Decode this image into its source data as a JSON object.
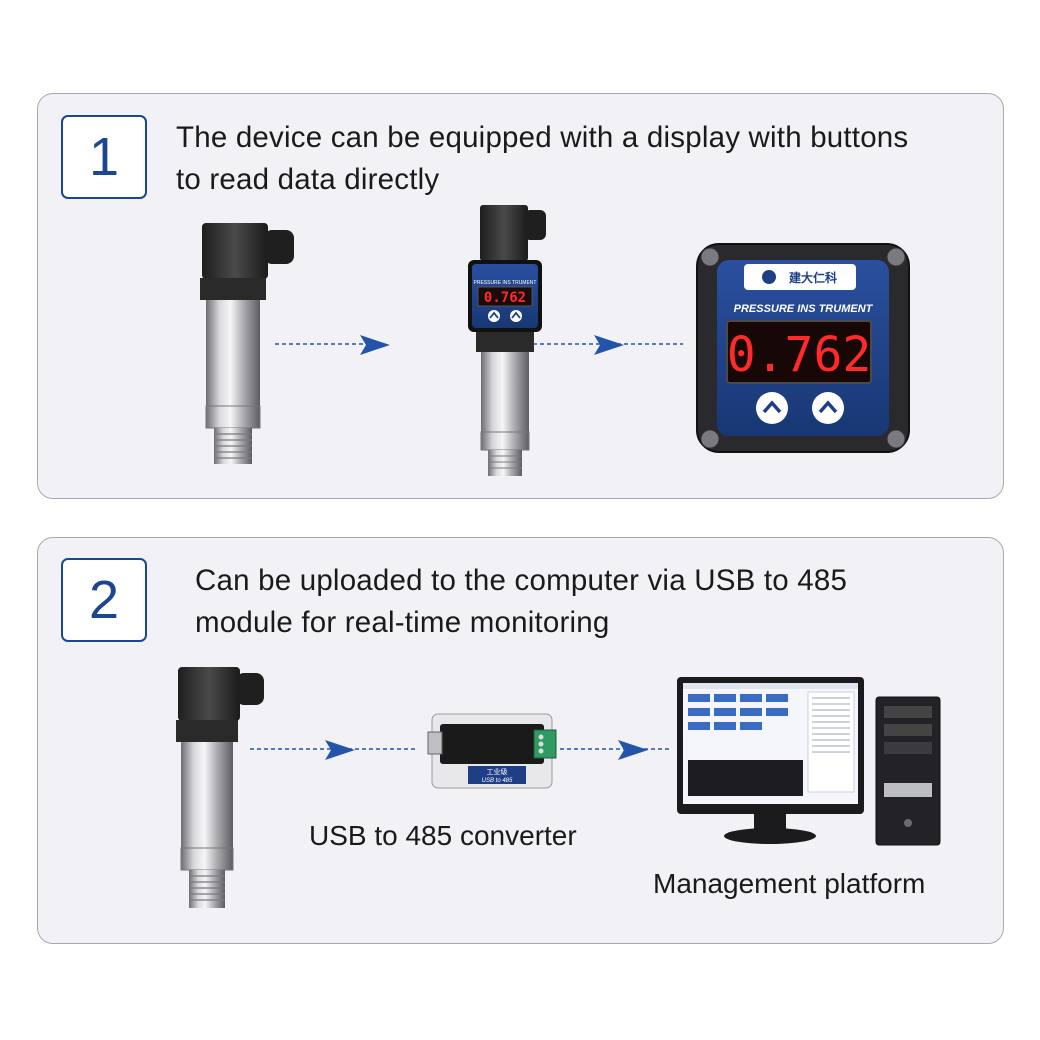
{
  "steps": [
    {
      "number": "1",
      "text_line1": "The device can be equipped with a display with buttons",
      "text_line2": "to read data directly"
    },
    {
      "number": "2",
      "text_line1": "Can be uploaded to the computer via USB to 485",
      "text_line2": "module for real-time monitoring"
    }
  ],
  "small_display": {
    "reading": "0.762",
    "header": "PRESSURE INS TRUMENT"
  },
  "large_display": {
    "brand": "建大仁科",
    "header": "PRESSURE INS TRUMENT",
    "reading": "0.762"
  },
  "converter": {
    "caption": "USB to 485 converter",
    "label_top": "工业级",
    "label_bottom": "USB to 485"
  },
  "platform": {
    "caption": "Management platform"
  },
  "colors": {
    "accent": "#1c4790",
    "arrow": "#2255aa",
    "panel_bg": "#f1f1f6",
    "led": "#ff2a2a",
    "instrument_face": "#1e3f86"
  },
  "icons": [
    "up-arrow-icon",
    "up-arrow-icon",
    "arrow-right-icon"
  ]
}
